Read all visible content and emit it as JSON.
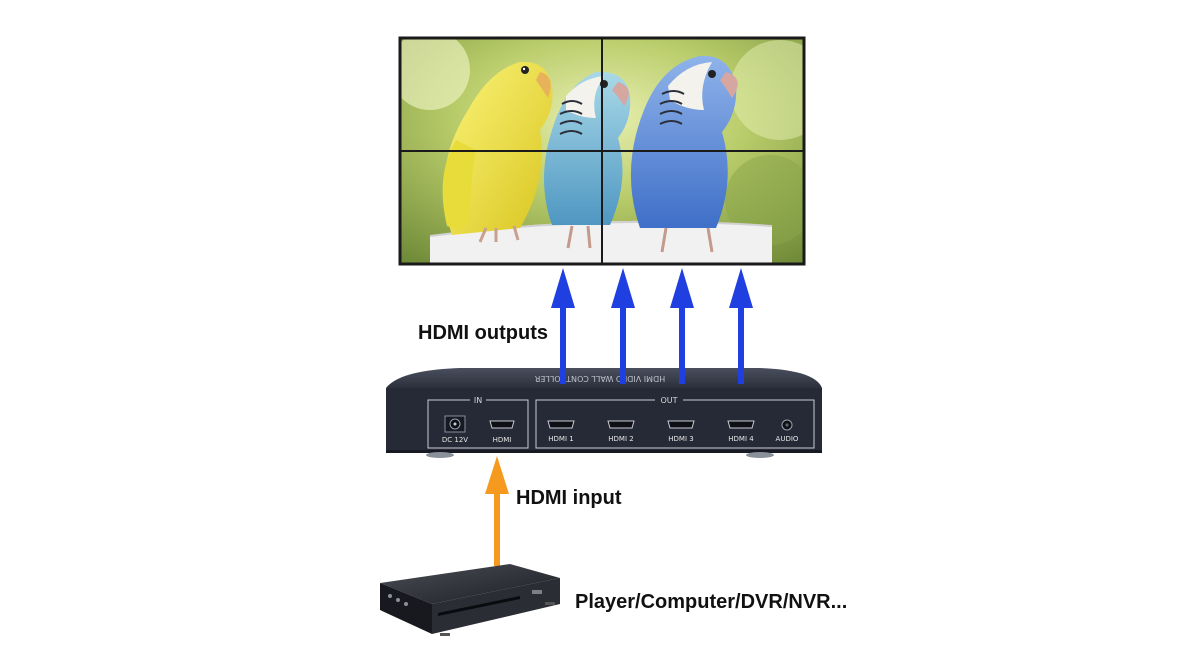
{
  "labels": {
    "hdmi_outputs": "HDMI outputs",
    "hdmi_input": "HDMI input",
    "source": "Player/Computer/DVR/NVR..."
  },
  "controller": {
    "group_in": "IN",
    "group_out": "OUT",
    "ports": {
      "dc": "DC 12V",
      "hdmi_in": "HDMI",
      "out1": "HDMI 1",
      "out2": "HDMI 2",
      "out3": "HDMI 3",
      "out4": "HDMI 4",
      "audio": "AUDIO"
    }
  },
  "colors": {
    "output_arrow": "#1f3fe0",
    "input_arrow": "#f59a1e",
    "device_body": "#262a36",
    "screen_border": "#1a1a1a"
  },
  "icons": {
    "output_arrows": "arrow-up-icon",
    "input_arrow": "arrow-up-icon",
    "source_device": "dvd-player-icon"
  }
}
